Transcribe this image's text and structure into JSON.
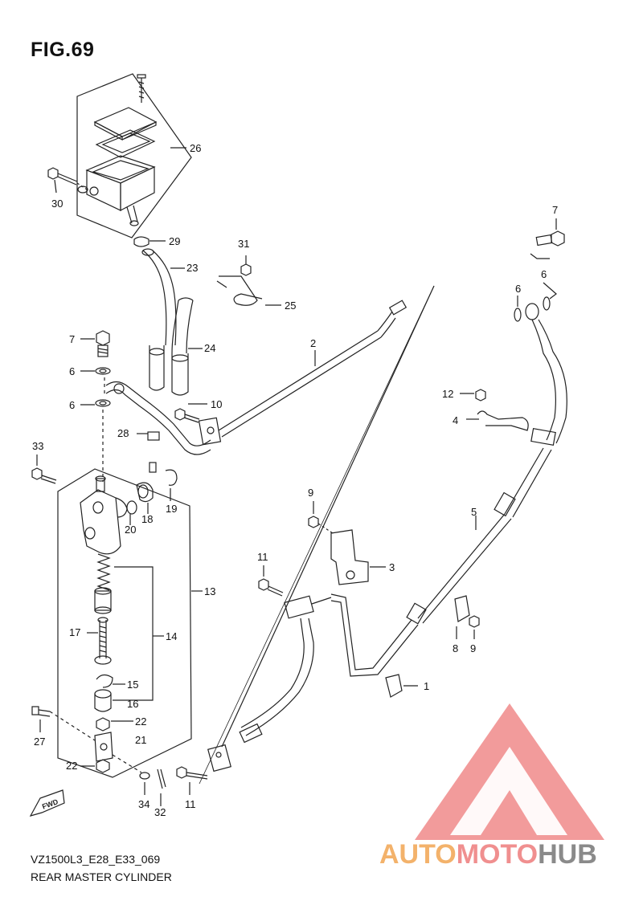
{
  "figure": {
    "title": "FIG.69",
    "code": "VZ1500L3_E28_E33_069",
    "name": "REAR MASTER CYLINDER"
  },
  "callouts": [
    {
      "id": "c1",
      "label": "1"
    },
    {
      "id": "c2",
      "label": "2"
    },
    {
      "id": "c3",
      "label": "3"
    },
    {
      "id": "c4",
      "label": "4"
    },
    {
      "id": "c5",
      "label": "5"
    },
    {
      "id": "c6a",
      "label": "6"
    },
    {
      "id": "c6b",
      "label": "6"
    },
    {
      "id": "c6c",
      "label": "6"
    },
    {
      "id": "c6d",
      "label": "6"
    },
    {
      "id": "c7a",
      "label": "7"
    },
    {
      "id": "c7b",
      "label": "7"
    },
    {
      "id": "c8",
      "label": "8"
    },
    {
      "id": "c9a",
      "label": "9"
    },
    {
      "id": "c9b",
      "label": "9"
    },
    {
      "id": "c10",
      "label": "10"
    },
    {
      "id": "c11a",
      "label": "11"
    },
    {
      "id": "c11b",
      "label": "11"
    },
    {
      "id": "c12",
      "label": "12"
    },
    {
      "id": "c13",
      "label": "13"
    },
    {
      "id": "c14",
      "label": "14"
    },
    {
      "id": "c15",
      "label": "15"
    },
    {
      "id": "c16",
      "label": "16"
    },
    {
      "id": "c17",
      "label": "17"
    },
    {
      "id": "c18",
      "label": "18"
    },
    {
      "id": "c19",
      "label": "19"
    },
    {
      "id": "c20",
      "label": "20"
    },
    {
      "id": "c21",
      "label": "21"
    },
    {
      "id": "c22a",
      "label": "22"
    },
    {
      "id": "c22b",
      "label": "22"
    },
    {
      "id": "c23",
      "label": "23"
    },
    {
      "id": "c24",
      "label": "24"
    },
    {
      "id": "c25",
      "label": "25"
    },
    {
      "id": "c26",
      "label": "26"
    },
    {
      "id": "c27",
      "label": "27"
    },
    {
      "id": "c28",
      "label": "28"
    },
    {
      "id": "c29",
      "label": "29"
    },
    {
      "id": "c30",
      "label": "30"
    },
    {
      "id": "c31",
      "label": "31"
    },
    {
      "id": "c32",
      "label": "32"
    },
    {
      "id": "c33",
      "label": "33"
    },
    {
      "id": "c34",
      "label": "34"
    }
  ],
  "direction_badge": "FWD",
  "watermark": {
    "brand_parts": [
      "AUTO",
      "MOTO",
      "HUB"
    ],
    "colors": {
      "auto": "#f3b26b",
      "moto": "#f08f8f",
      "hub": "#8a8a8a",
      "logo": "#f08a8a"
    }
  }
}
